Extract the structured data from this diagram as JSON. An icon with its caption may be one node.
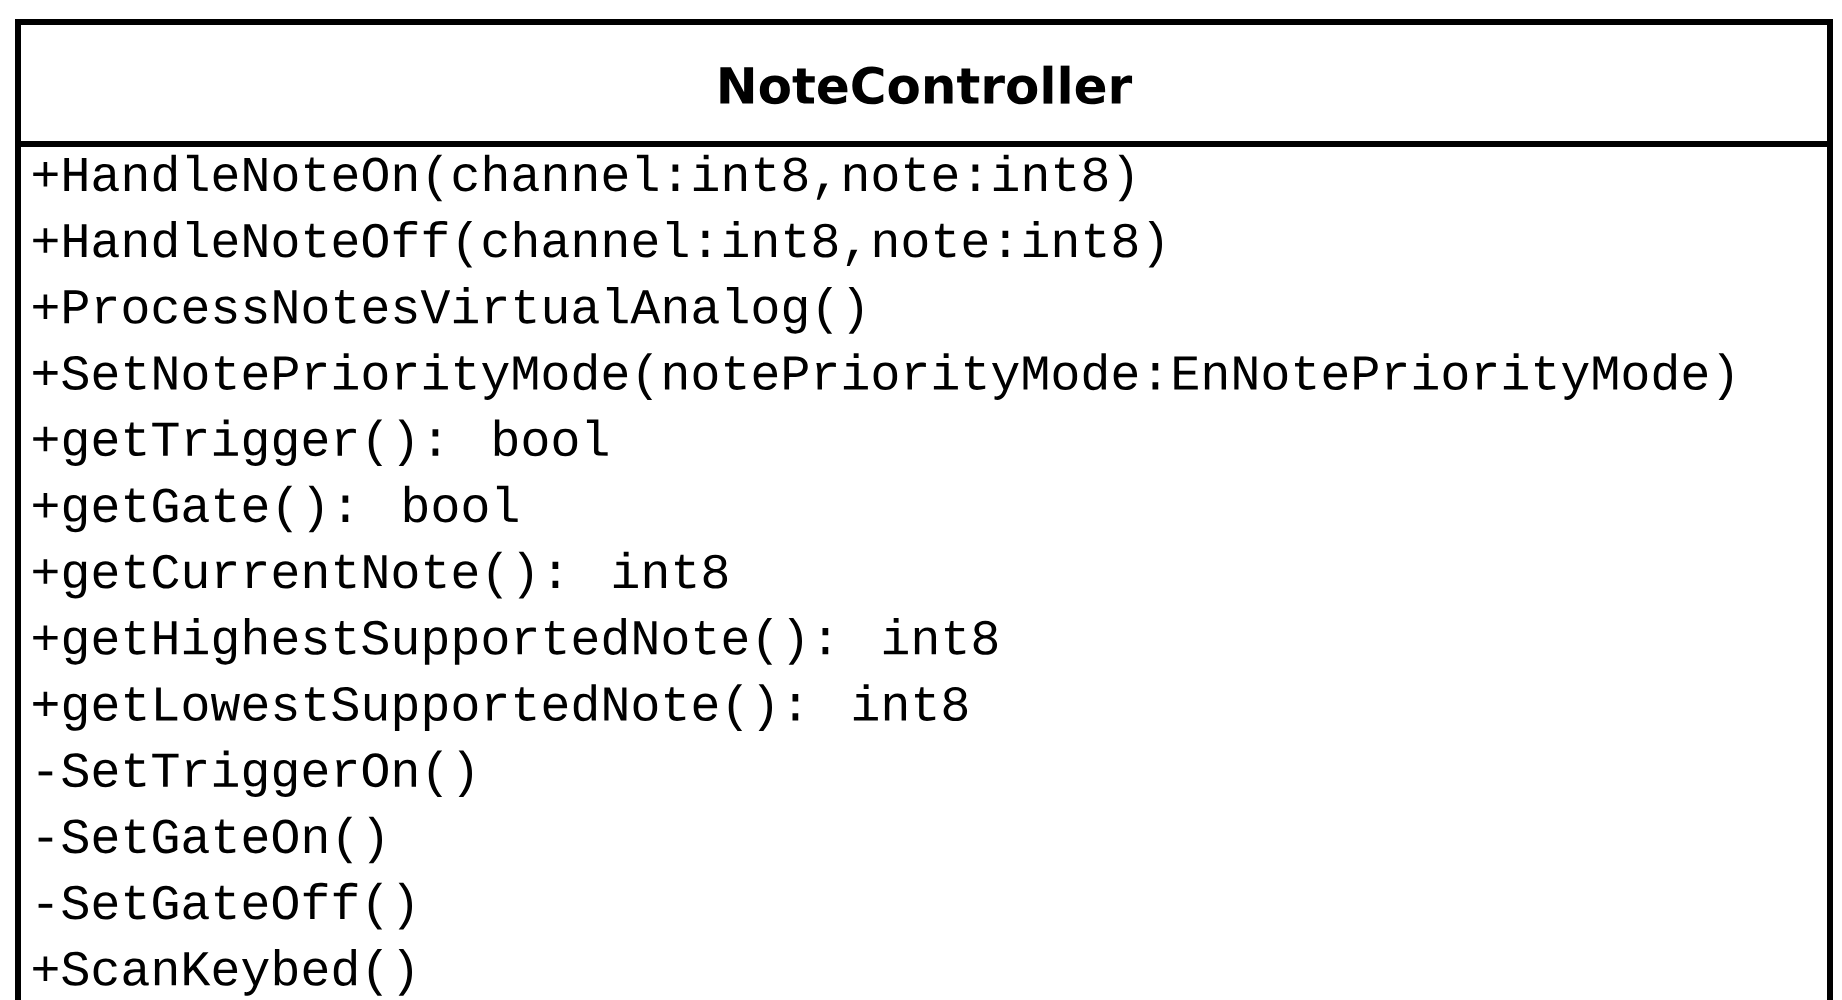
{
  "diagram": {
    "nodes": [
      {
        "text": [
          "NoteController",
          "+HandleNoteOn(channel:int8,note:int8)",
          "+HandleNoteOff(channel:int8,note:int8)",
          "+ProcessNotesVirtualAnalog()",
          "+SetNotePriorityMode(notePriorityMode:EnNotePriorityMode)",
          "+getTrigger(): bool",
          "+getGate(): bool",
          "+getCurrentNote(): int8",
          "+getHighestSupportedNote(): int8",
          "+getLowestSupportedNote(): int8",
          "-SetTriggerOn()",
          "-SetGateOn()",
          "-SetGateOff()",
          "+ScanKeybed()"
        ]
      }
    ]
  }
}
